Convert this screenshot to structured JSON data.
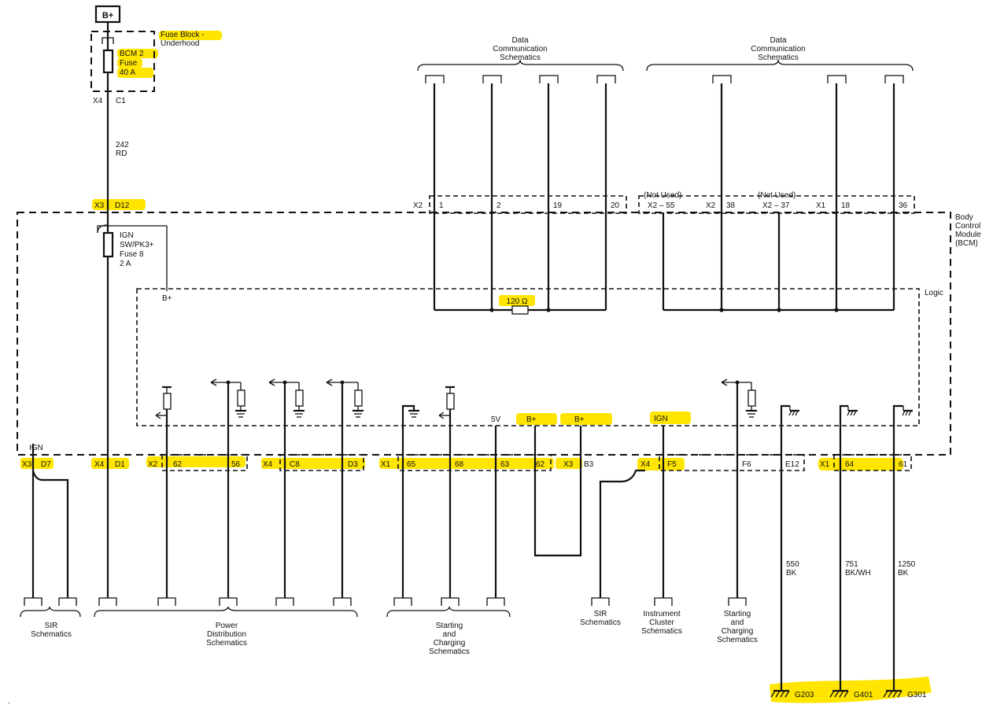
{
  "power_source": "B+",
  "fuse_block": {
    "label_line1": "Fuse Block -",
    "label_line2": "Underhood",
    "fuse_name": "BCM 2",
    "fuse_word": "Fuse",
    "fuse_rating": "40 A",
    "conn": "X4",
    "pin": "C1"
  },
  "feed_wire": {
    "circuit": "242",
    "color": "RD"
  },
  "bcm": {
    "label_line1": "Body",
    "label_line2": "Control",
    "label_line3": "Module",
    "label_line4": "(BCM)",
    "logic_label": "Logic",
    "entry_conn": "X3",
    "entry_pin": "D12",
    "ign_fuse_line1": "IGN",
    "ign_fuse_line2": "SW/PK3+",
    "ign_fuse_line3": "Fuse 8",
    "ign_fuse_line4": "2 A",
    "bplus_internal": "B+",
    "resistor_value": "120 Ω",
    "five_v": "5V",
    "bplus_a": "B+",
    "bplus_b": "B+",
    "ign_internal": "IGN",
    "ign_bottom": "IGN"
  },
  "top_connector": {
    "x2": "X2",
    "pins": [
      "1",
      "2",
      "19",
      "20"
    ],
    "not_used_1": "(Not Used)",
    "x2_55": "X2 – 55",
    "x2b": "X2",
    "pin_38": "38",
    "not_used_2": "(Not Used)",
    "x2_37": "X2 – 37",
    "x1": "X1",
    "pin_18": "18",
    "pin_36": "36"
  },
  "data_comm_left": {
    "line1": "Data",
    "line2": "Communication",
    "line3": "Schematics"
  },
  "data_comm_right": {
    "line1": "Data",
    "line2": "Communication",
    "line3": "Schematics"
  },
  "bottom_connector": {
    "x3": "X3",
    "d7": "D7",
    "x4a": "X4",
    "d1": "D1",
    "x2": "X2",
    "p62a": "62",
    "p56": "56",
    "x4b": "X4",
    "c8": "C8",
    "d3": "D3",
    "x1a": "X1",
    "p65": "65",
    "p68": "68",
    "p63": "63",
    "p62b": "62",
    "x3b": "X3",
    "b3": "B3",
    "x4c": "X4",
    "f5": "F5",
    "f6": "F6",
    "e12": "E12",
    "x1b": "X1",
    "p64": "64",
    "p61": "61"
  },
  "ground_wires": [
    {
      "circuit": "550",
      "color": "BK",
      "ground": "G203"
    },
    {
      "circuit": "751",
      "color": "BK/WH",
      "ground": "G401"
    },
    {
      "circuit": "1250",
      "color": "BK",
      "ground": "G301"
    }
  ],
  "bottom_labels": {
    "sir_1": "SIR",
    "sir_2": "Schematics",
    "power_1": "Power",
    "power_2": "Distribution",
    "power_3": "Schematics",
    "sc1_1": "Starting",
    "sc1_2": "and",
    "sc1_3": "Charging",
    "sc1_4": "Schematics",
    "sir2_1": "SIR",
    "sir2_2": "Schematics",
    "ic_1": "Instrument",
    "ic_2": "Cluster",
    "ic_3": "Schematics",
    "sc2_1": "Starting",
    "sc2_2": "and",
    "sc2_3": "Charging",
    "sc2_4": "Schematics"
  },
  "colors": {
    "highlight": "#ffe500",
    "ink": "#111111"
  },
  "corner_mark": "."
}
